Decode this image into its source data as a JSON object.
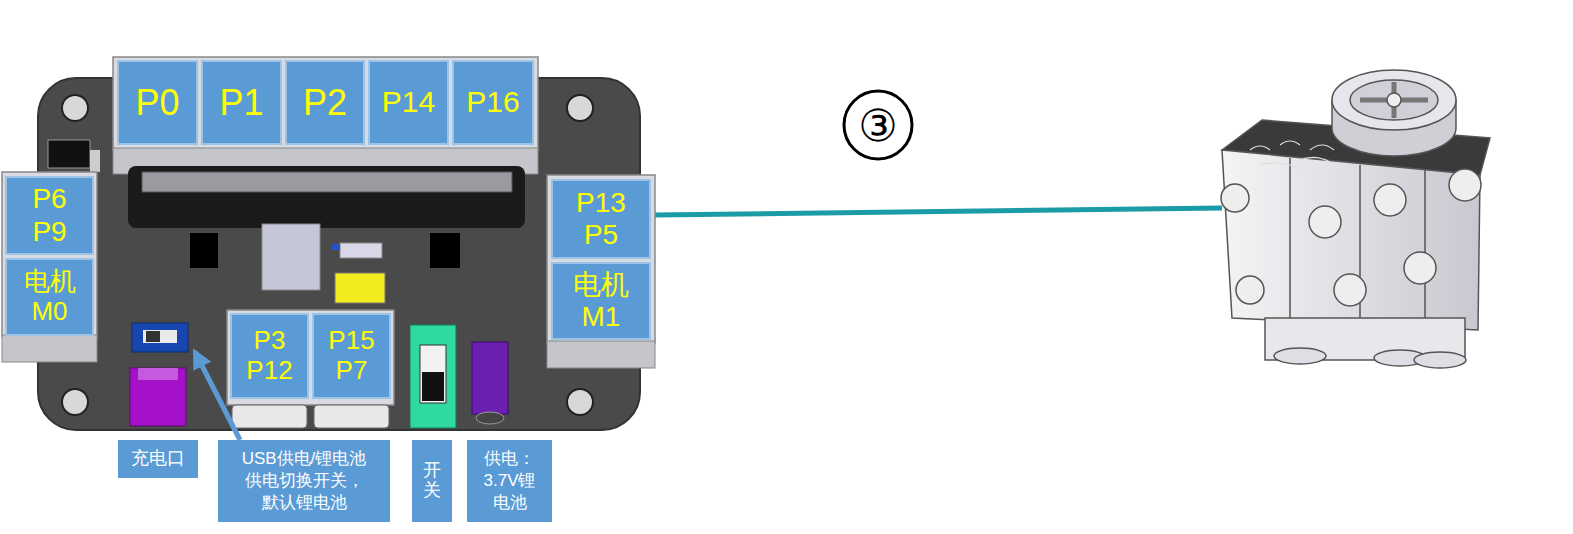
{
  "diagram": {
    "nodes": [
      {
        "text": [
          "P0"
        ]
      },
      {
        "text": [
          "P1"
        ]
      },
      {
        "text": [
          "P2"
        ]
      },
      {
        "text": [
          "P14"
        ]
      },
      {
        "text": [
          "P16"
        ]
      },
      {
        "text": [
          "P6 P9"
        ]
      },
      {
        "text": [
          "P13 P5"
        ]
      },
      {
        "text": [
          "电机 M0"
        ]
      },
      {
        "text": [
          "电机 M1"
        ]
      },
      {
        "text": [
          "P3 P12"
        ]
      },
      {
        "text": [
          "P15 P7"
        ]
      },
      {
        "text": [
          "充电口"
        ]
      },
      {
        "text": [
          "USB供电/锂电池 供电切换开关， 默认锂电池"
        ]
      },
      {
        "text": [
          "开关"
        ]
      },
      {
        "text": [
          "供电： 3.7V锂 电池"
        ]
      }
    ],
    "labels": [
      "③"
    ]
  }
}
